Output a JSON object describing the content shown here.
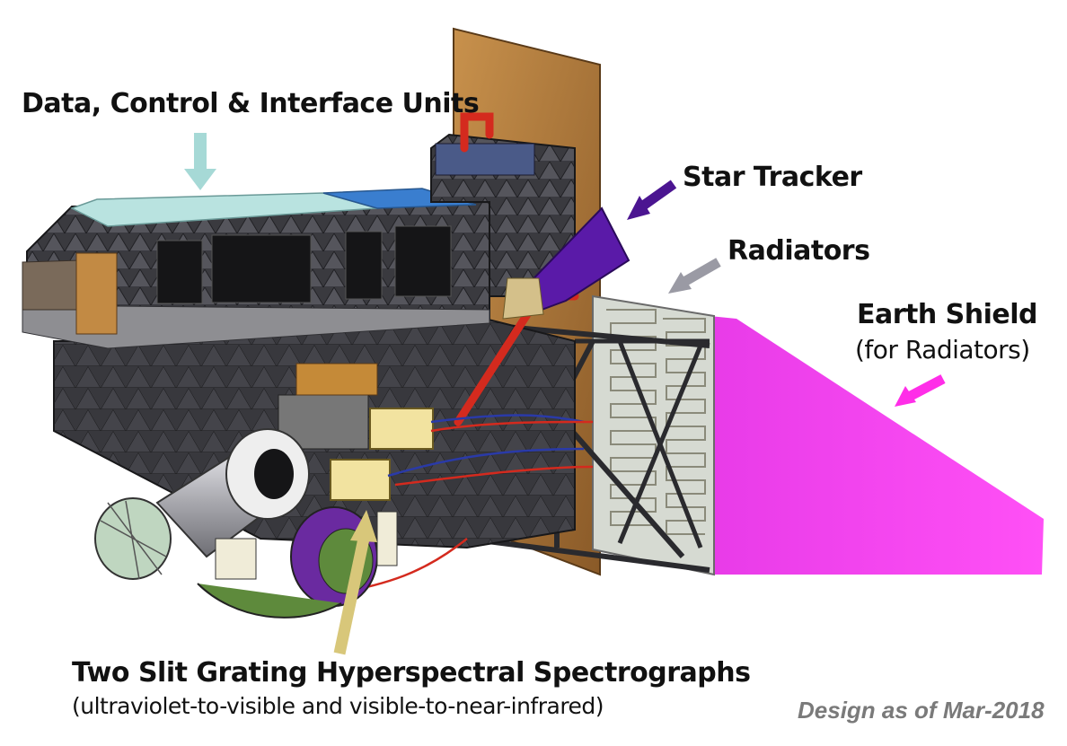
{
  "labels": {
    "dciu": "Data, Control & Interface Units",
    "star_tracker": "Star Tracker",
    "radiators": "Radiators",
    "earth_shield": "Earth Shield",
    "earth_shield_sub": "(for Radiators)",
    "spectrographs": "Two Slit Grating Hyperspectral Spectrographs",
    "spectrographs_sub": "(ultraviolet-to-visible and visible-to-near-infrared)"
  },
  "credit": "Design as of Mar-2018",
  "colors": {
    "arrow_dciu": "#a6d9d6",
    "arrow_star_tracker": "#4b1591",
    "arrow_radiators": "#9a9aa4",
    "arrow_earth_shield": "#ff2ee8",
    "arrow_spectrographs": "#d8c77a",
    "earth_shield": "#f23ff0",
    "star_tracker": "#5a1aa8",
    "frame": "#3a3a3e",
    "panel_light": "#b9e3e0",
    "panel_blue": "#3a7ecf",
    "plate": "#b07a3c",
    "radiator_panel": "#d9ddd6",
    "red_pipe": "#d42a1e"
  }
}
